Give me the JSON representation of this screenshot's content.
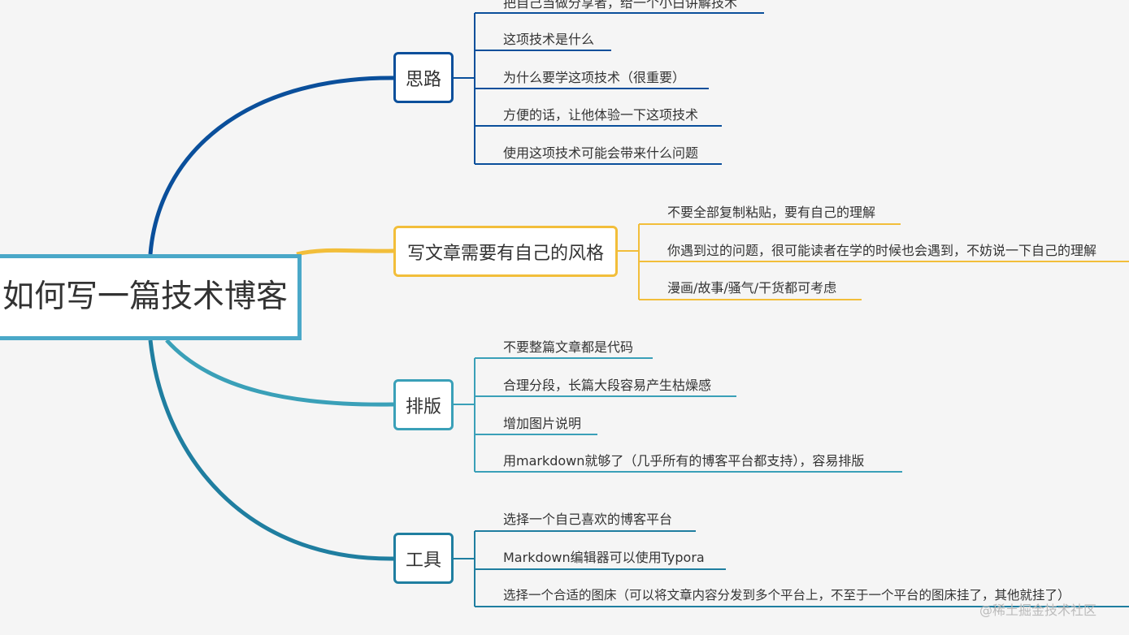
{
  "root": {
    "label": "如何写一篇技术博客"
  },
  "branches": [
    {
      "label": "思路",
      "color": "#0a4f9b",
      "items": [
        "把自己当做分享者，给一个小白讲解技术",
        "这项技术是什么",
        "为什么要学这项技术（很重要）",
        "方便的话，让他体验一下这项技术",
        "使用这项技术可能会带来什么问题"
      ]
    },
    {
      "label": "写文章需要有自己的风格",
      "color": "#f2be3a",
      "items": [
        "不要全部复制粘贴，要有自己的理解",
        "你遇到过的问题，很可能读者在学的时候也会遇到，不妨说一下自己的理解",
        "漫画/故事/骚气/干货都可考虑"
      ]
    },
    {
      "label": "排版",
      "color": "#3aa0b8",
      "items": [
        "不要整篇文章都是代码",
        "合理分段，长篇大段容易产生枯燥感",
        "增加图片说明",
        "用markdown就够了（几乎所有的博客平台都支持），容易排版"
      ]
    },
    {
      "label": "工具",
      "color": "#1f7ea0",
      "items": [
        "选择一个自己喜欢的博客平台",
        "Markdown编辑器可以使用Typora",
        "选择一个合适的图床（可以将文章内容分发到多个平台上，不至于一个平台的图床挂了，其他就挂了）"
      ]
    }
  ],
  "watermark": "@稀土掘金技术社区"
}
